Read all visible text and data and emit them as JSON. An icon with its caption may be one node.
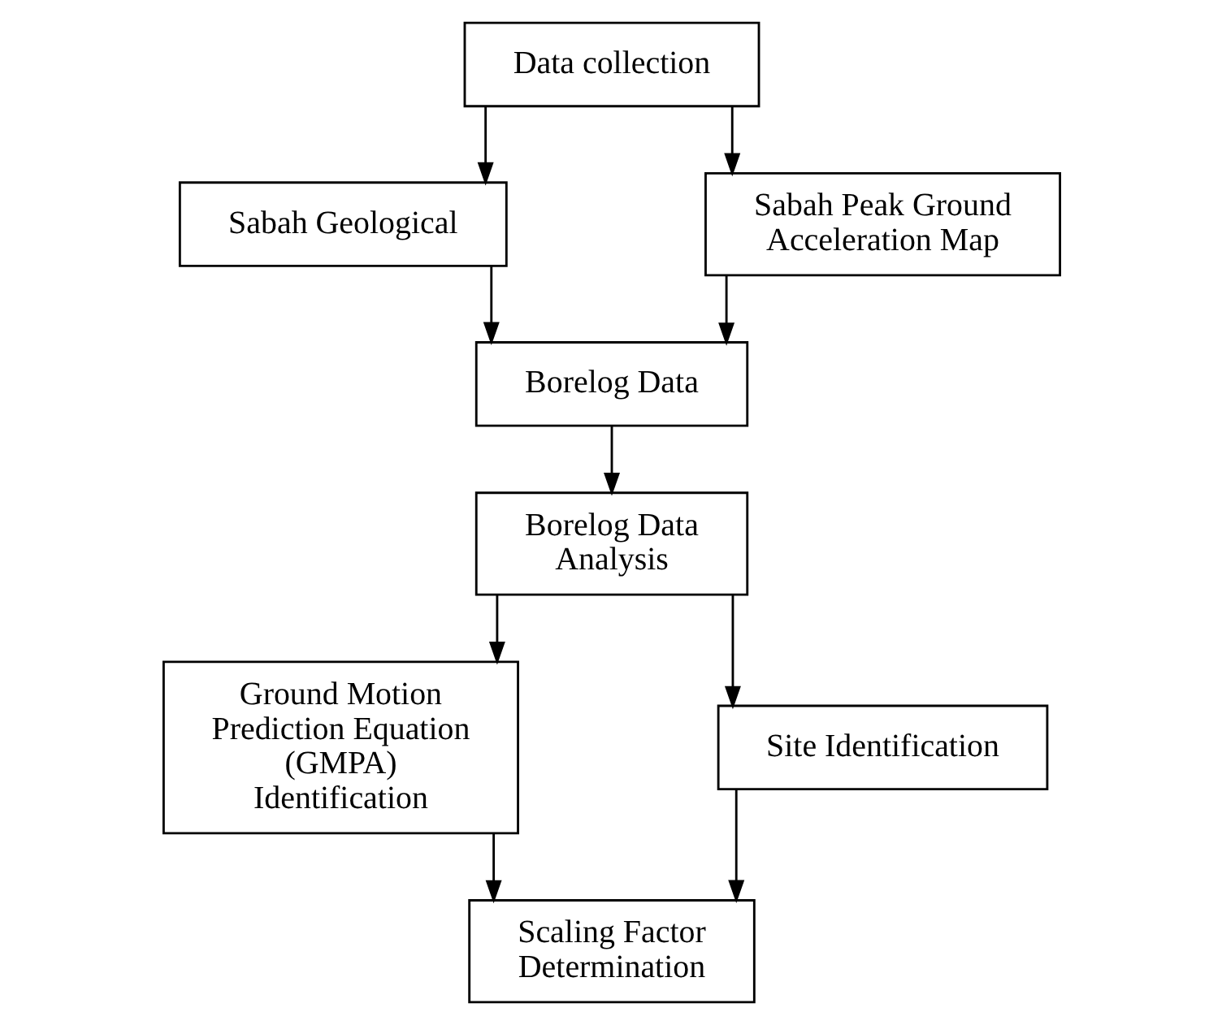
{
  "diagram": {
    "nodes": [
      {
        "text": [
          "Data collection"
        ]
      },
      {
        "text": [
          "Sabah Geological"
        ]
      },
      {
        "text": [
          "Sabah Peak Ground Acceleration Map"
        ]
      },
      {
        "text": [
          "Borelog Data"
        ]
      },
      {
        "text": [
          "Borelog Data Analysis"
        ]
      },
      {
        "text": [
          "Ground Motion Prediction Equation (GMPA) Identification"
        ]
      },
      {
        "text": [
          "Site Identification"
        ]
      },
      {
        "text": [
          "Scaling Factor Determination"
        ]
      }
    ],
    "edges": [
      {
        "from": 0,
        "to": 1,
        "arrow": "to"
      },
      {
        "from": 0,
        "to": 2,
        "arrow": "to"
      },
      {
        "from": 1,
        "to": 3,
        "arrow": "to"
      },
      {
        "from": 2,
        "to": 3,
        "arrow": "to"
      },
      {
        "from": 3,
        "to": 4,
        "arrow": "to"
      },
      {
        "from": 4,
        "to": 5,
        "arrow": "to"
      },
      {
        "from": 4,
        "to": 6,
        "arrow": "to"
      },
      {
        "from": 5,
        "to": 7,
        "arrow": "to"
      },
      {
        "from": 6,
        "to": 7,
        "arrow": "to"
      }
    ]
  }
}
